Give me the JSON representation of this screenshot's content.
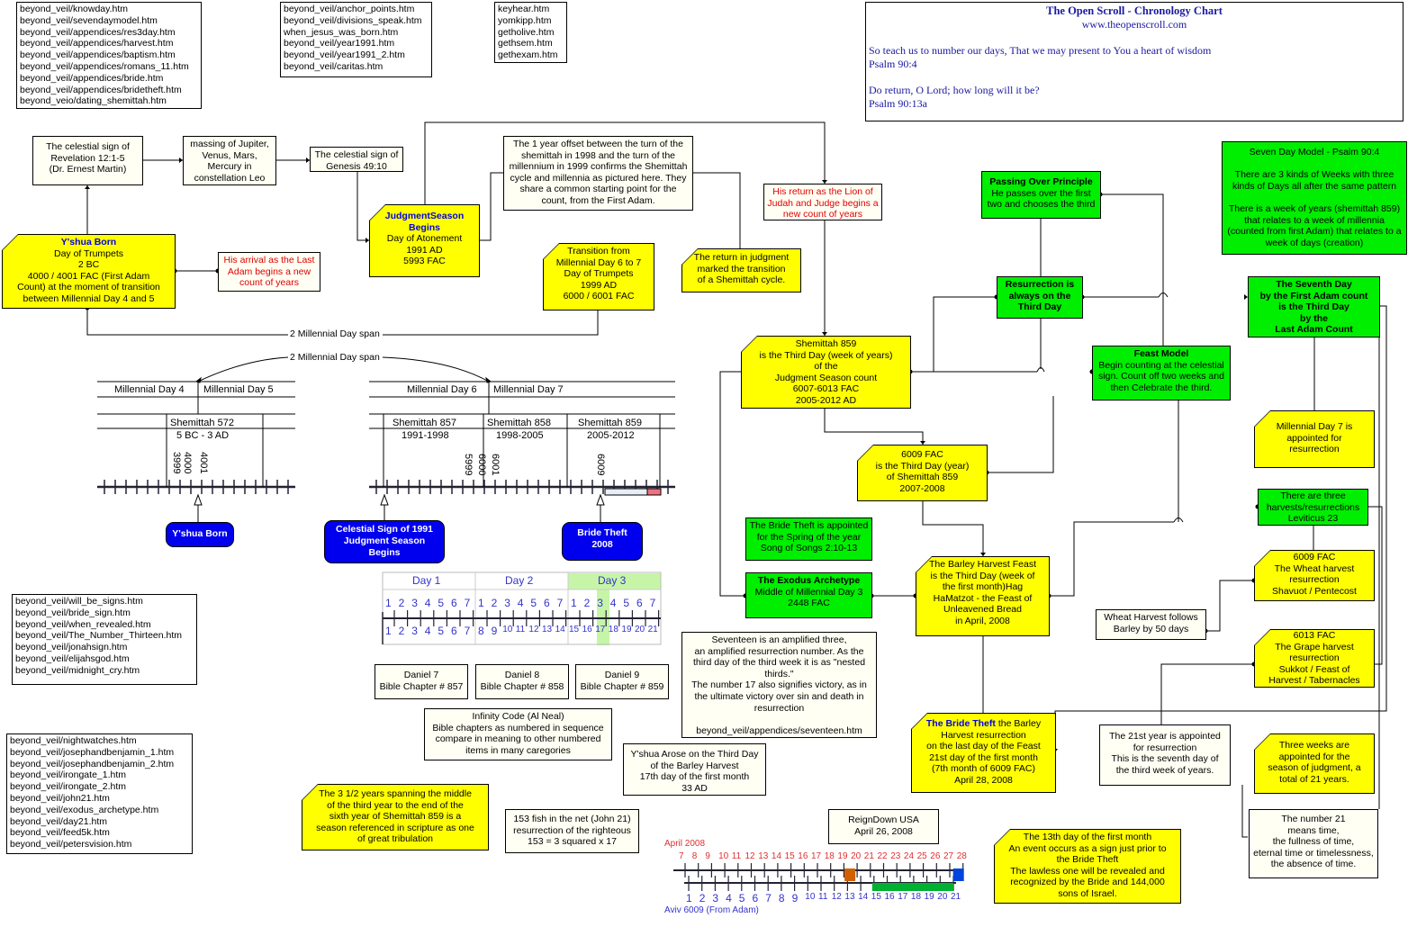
{
  "link_lists": [
    [
      "beyond_veil/knowday.htm",
      "beyond_veil/sevendaymodel.htm",
      "beyond_veil/appendices/res3day.htm",
      "beyond_veil/appendices/harvest.htm",
      "beyond_veil/appendices/baptism.htm",
      "beyond_veil/appendices/romans_11.htm",
      "beyond_veil/appendices/bride.htm",
      "beyond_veil/appendices/bridetheft.htm",
      "beyond_veio/dating_shemittah.htm"
    ],
    [
      "beyond_veil/anchor_points.htm",
      "beyond_veil/divisions_speak.htm",
      "when_jesus_was_born.htm",
      "beyond_veil/year1991.htm",
      "beyond_veil/year1991_2.htm",
      "beyond_veil/caritas.htm"
    ],
    [
      "keyhear.htm",
      "yomkipp.htm",
      "getholive.htm",
      "gethsem.htm",
      "gethexam.htm"
    ],
    [
      "beyond_veil/will_be_signs.htm",
      "beyond_veil/bride_sign.htm",
      "beyond_veil/when_revealed.htm",
      "beyond_veil/The_Number_Thirteen.htm",
      "beyond_veil/jonahsign.htm",
      "beyond_veil/elijahsgod.htm",
      "beyond_veil/midnight_cry.htm"
    ],
    [
      "beyond_veil/nightwatches.htm",
      "beyond_veil/josephandbenjamin_1.htm",
      "beyond_veil/josephandbenjamin_2.htm",
      "beyond_veil/irongate_1.htm",
      "beyond_veil/irongate_2.htm",
      "beyond_veil/john21.htm",
      "beyond_veil/exodus_archetype.htm",
      "beyond_veil/day21.htm",
      "beyond_veil/feed5k.htm",
      "beyond_veil/petersvision.htm"
    ]
  ],
  "header": {
    "title": "The Open Scroll - Chronology Chart",
    "url": "www.theopenscroll.com",
    "verse1": "So teach us to number our days, That we may present to You a heart of wisdom",
    "ref1": "Psalm 90:4",
    "verse2": "Do return, O Lord; how long will it be?",
    "ref2": "Psalm 90:13a"
  },
  "boxes": {
    "rev": "The celestial sign of\nRevelation 12:1-5\n(Dr. Ernest Martin)",
    "massing": "massing of Jupiter,\nVenus, Mars,\nMercury in\nconstellation Leo",
    "genesis": "The celestial sign of\nGenesis 49:10",
    "yshua_title": "Y'shua Born",
    "yshua_body": "Day of Trumpets\n2 BC\n4000 / 4001 FAC (First Adam\nCount) at the moment of transition\nbetween Millennial Day 4 and 5",
    "arrival": "His arrival as the Last\nAdam begins a new\ncount of years",
    "judg_title": "JudgmentSeason\nBegins",
    "judg_body": "Day of Atonement\n1991 AD\n5993 FAC",
    "offset": "The 1 year offset between the turn of the\nshemittah in 1998 and the turn of the\nmillennium in 1999 confirms the Shemittah\ncycle and millennia as pictured here. They\nshare a common starting point for the\ncount, from the First Adam.",
    "transition": "Transition from\nMillennial Day 6 to 7\nDay of Trumpets\n1999 AD\n6000 / 6001 FAC",
    "lion": "His return as the Lion of\nJudah and Judge begins a\nnew count of years",
    "return_judg": "The return in judgment\nmarked the transition\nof a Shemittah cycle.",
    "passing_title": "Passing Over Principle",
    "passing_body": "He passes over the first\ntwo and chooses the third",
    "resurrection": "Resurrection is\nalways on the\nThird Day",
    "seven_model": "Seven Day Model - Psalm 90:4\n\nThere are 3 kinds of Weeks with three\nkinds of Days all after the same pattern\n\nThere is a week of years (shemittah 859)\nthat relates to a week of millennia\n(counted from first Adam) that relates to a\nweek of days (creation)",
    "seventh_day": "The Seventh Day\nby the First Adam count\nis the Third Day\nby the\nLast Adam Count",
    "sh859": "Shemittah 859\nis the Third Day (week of years)\nof the\nJudgment Season count\n6007-6013 FAC\n2005-2012 AD",
    "feast_title": "Feast Model",
    "feast_body": "Begin counting at the celestial\nsign. Count off two weeks and\nthen Celebrate the third.",
    "mil7": "Millennial Day 7 is\nappointed for\nresurrection",
    "fac6009": "6009 FAC\nis the Third Day (year)\nof Shemittah 859\n2007-2008",
    "three_harvests": "There are three\nharvests/resurrections\nLeviticus 23",
    "bride_appointed": "The Bride Theft is appointed\nfor the Spring of the year\nSong of Songs 2:10-13",
    "wheat6009": "6009 FAC\nThe Wheat harvest\nresurrection\nShavuot / Pentecost",
    "exodus_title": "The Exodus Archetype",
    "exodus_body": "Middle of Millennial Day 3\n2448 FAC",
    "barley": "The Barley Harvest Feast\nis the Third Day (week of\nthe first month)Hag\nHaMatzot - the Feast of\nUnleavened Bread\nin April, 2008",
    "wheat_follows": "Wheat Harvest follows\nBarley by 50 days",
    "grape6013": "6013 FAC\nThe Grape harvest\nresurrection\nSukkot / Feast of\nHarvest / Tabernacles",
    "seventeen": "Seventeen is an amplified three,\nan amplified resurrection number. As the\nthird day of the third week it is as \"nested\nthirds.\"\nThe number 17 also signifies victory, as in\nthe ultimate victory over sin and death in\nresurrection\n\nbeyond_veil/appendices/seventeen.htm",
    "daniel7": "Daniel 7\nBible Chapter # 857",
    "daniel8": "Daniel 8\nBible Chapter # 858",
    "daniel9": "Daniel 9\nBible Chapter # 859",
    "infinity": "Infinity Code (Al Neal)\nBible chapters as numbered in sequence\ncompare in meaning to other numbered\nitems in many caregories",
    "arose": "Y'shua Arose on the Third Day\nof the Barley Harvest\n17th day of the first month\n33 AD",
    "twentyfirst": "The 21st year is appointed\nfor resurrection\nThis is the seventh day of\nthe third week of years.",
    "bride_title": "The Bride Theft",
    "bride_body": " the Barley\nHarvest resurrection\non the last day of the Feast\n21st day of the first month\n(7th month of 6009 FAC)\nApril 28, 2008",
    "three_weeks": "Three weeks are\nappointed for the\nseason of judgment, a\ntotal of 21 years.",
    "three_half": "The 3 1/2 years spanning the middle\nof the third year  to the end of the\nsixth year of Shemittah 859 is a\nseason referenced in scripture as one\nof  great tribulation",
    "fish": "153 fish in the net (John 21)\nresurrection of the righteous\n153 = 3 squared x 17",
    "reigndown": "ReignDown USA\nApril 26, 2008",
    "num21": "The number 21\nmeans time,\nthe fullness of time,\neternal time or timelessness,\nthe absence of time.",
    "thirteenth": "The 13th day of the first month\nAn event occurs as a sign just prior to\nthe Bride Theft\nThe lawless one will be revealed and\nrecognized by the Bride and 144,000\nsons of Israel."
  },
  "pills": {
    "yshua": "Y'shua Born",
    "celestial": "Celestial Sign of 1991\nJudgment Season\nBegins",
    "bride": "Bride Theft\n2008"
  },
  "span_labels": [
    "2 Millennial Day span",
    "2 Millennial Day span"
  ],
  "millennial": {
    "left": {
      "days": [
        "Millennial Day 4",
        "Millennial Day 5"
      ],
      "shemittah": "Shemittah 572",
      "years": "5 BC - 3 AD",
      "ticks": [
        "3999",
        "4000",
        "4001"
      ]
    },
    "right": {
      "days": [
        "Millennial Day 6",
        "Millennial Day 7"
      ],
      "shemittahs": [
        {
          "name": "Shemittah 857",
          "years": "1991-1998"
        },
        {
          "name": "Shemittah 858",
          "years": "1998-2005"
        },
        {
          "name": "Shemittah 859",
          "years": "2005-2012"
        }
      ],
      "ticks": [
        "5999",
        "6000",
        "6001",
        "6009"
      ]
    }
  },
  "day_grid": {
    "days": [
      "Day 1",
      "Day 2",
      "Day 3"
    ],
    "highlight_day": 3,
    "highlight_num": 17,
    "colors": {
      "highlight": "#c6f5a8",
      "numbers": "#3333cc"
    }
  },
  "april_timeline": {
    "month_label": "April 2008",
    "dates": [
      7,
      8,
      9,
      10,
      11,
      12,
      13,
      14,
      15,
      16,
      17,
      18,
      19,
      20,
      21,
      22,
      23,
      24,
      25,
      26,
      27,
      28
    ],
    "aviv_label": "Aviv 6009 (From Adam)",
    "aviv_days": [
      1,
      2,
      3,
      4,
      5,
      6,
      7,
      8,
      9,
      10,
      11,
      12,
      13,
      14,
      15,
      16,
      17,
      18,
      19,
      20,
      21
    ],
    "markers": {
      "orange_date": 20,
      "blue_date": 28,
      "green_range": [
        15,
        21
      ]
    },
    "colors": {
      "orange": "#d06000",
      "blue": "#0044dd",
      "green": "#00b030"
    }
  }
}
